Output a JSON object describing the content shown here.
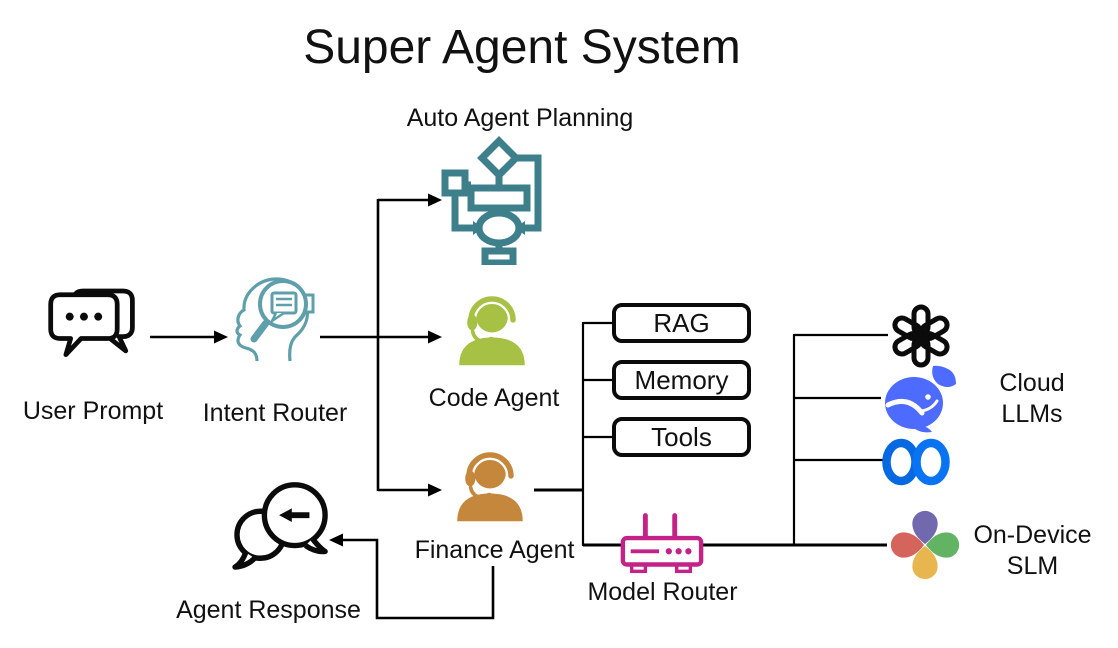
{
  "title": "Super Agent System",
  "nodes": {
    "auto_agent_planning": {
      "label": "Auto Agent Planning",
      "icon": "flowchart-icon",
      "color": "#3E7F8C"
    },
    "user_prompt": {
      "label": "User Prompt",
      "icon": "chat-bubbles-icon",
      "color": "#000000"
    },
    "intent_router": {
      "label": "Intent Router",
      "icon": "head-magnifier-icon",
      "color": "#5E9FAB"
    },
    "code_agent": {
      "label": "Code Agent",
      "icon": "agent-headset-icon",
      "color": "#A6C143"
    },
    "finance_agent": {
      "label": "Finance Agent",
      "icon": "agent-headset-icon",
      "color": "#C5873C"
    },
    "model_router": {
      "label": "Model Router",
      "icon": "wifi-router-icon",
      "color": "#C32286"
    },
    "agent_response": {
      "label": "Agent Response",
      "icon": "reply-bubbles-icon",
      "color": "#000000"
    },
    "cloud_llms": {
      "label": "Cloud LLMs",
      "lines": [
        "Cloud",
        "LLMs"
      ],
      "providers": [
        "OpenAI",
        "DeepSeek",
        "Meta"
      ],
      "provider_colors": [
        "#111111",
        "#4D6BFE",
        "#0769E1"
      ]
    },
    "on_device_slm": {
      "label": "On-Device SLM",
      "lines": [
        "On-Device",
        "SLM"
      ],
      "petal_colors": [
        "#7268AE",
        "#D4645C",
        "#63B365",
        "#E7B64F"
      ]
    }
  },
  "capability_boxes": [
    {
      "label": "RAG"
    },
    {
      "label": "Memory"
    },
    {
      "label": "Tools"
    }
  ],
  "edges": [
    {
      "from": "user_prompt",
      "to": "intent_router",
      "arrow": true
    },
    {
      "from": "intent_router",
      "to": "auto_agent_planning",
      "arrow": true
    },
    {
      "from": "intent_router",
      "to": "code_agent",
      "arrow": true
    },
    {
      "from": "intent_router",
      "to": "finance_agent",
      "arrow": true
    },
    {
      "from": "finance_agent",
      "to": "RAG"
    },
    {
      "from": "finance_agent",
      "to": "Memory"
    },
    {
      "from": "finance_agent",
      "to": "Tools"
    },
    {
      "from": "finance_agent",
      "to": "model_router"
    },
    {
      "from": "finance_agent",
      "to": "agent_response",
      "arrow": true
    },
    {
      "from": "model_router",
      "to": "OpenAI"
    },
    {
      "from": "model_router",
      "to": "DeepSeek"
    },
    {
      "from": "model_router",
      "to": "Meta"
    },
    {
      "from": "model_router",
      "to": "on_device_slm"
    }
  ]
}
